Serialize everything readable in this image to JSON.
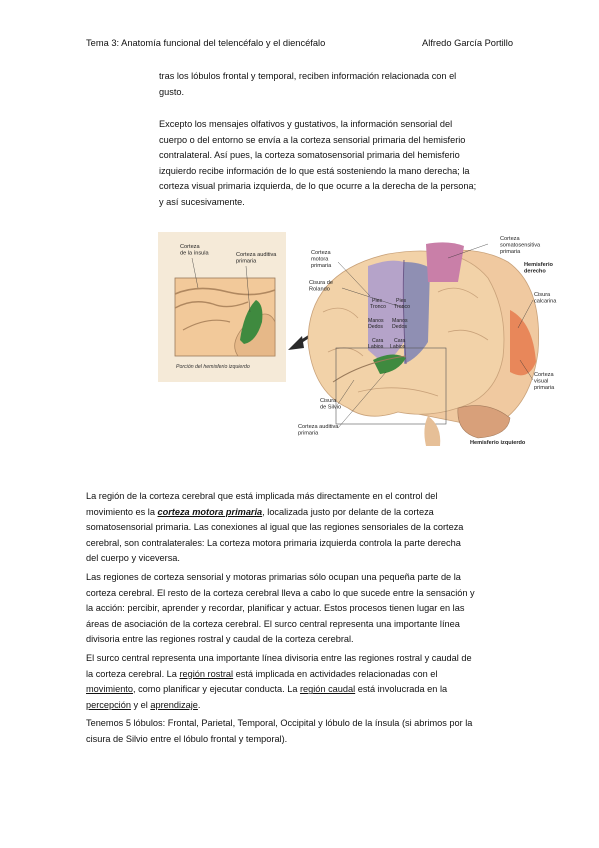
{
  "header": {
    "left": "Tema 3: Anatomía funcional del telencéfalo y el diencéfalo",
    "right": "Alfredo García Portillo"
  },
  "para1": {
    "line1": "tras los lóbulos frontal y temporal, reciben información relacionada con el",
    "line2": "gusto."
  },
  "para2": {
    "line1": "Excepto los mensajes olfativos y gustativos, la información sensorial del",
    "line2": "cuerpo o del entorno se envía a la corteza sensorial primaria del hemisferio",
    "line3": "contralateral. Así pues, la corteza somatosensorial primaria del hemisferio",
    "line4": "izquierdo recibe información de lo que está sosteniendo la mano derecha; la",
    "line5": "corteza visual primaria izquierda, de lo que ocurre a la derecha de la persona;",
    "line6": "y así sucesivamente."
  },
  "figure": {
    "inset_insula": "Corteza de la ínsula",
    "inset_auditiva": "Corteza auditiva primaria",
    "inset_caption": "Porción del hemisferio izquierdo",
    "motora": "Corteza motora primaria",
    "rolando": "Cisura de Rolando",
    "somato": "Corteza somatosensitiva primaria",
    "derecho": "Hemisferio derecho",
    "calcarina": "Cisura calcarina",
    "visual": "Corteza visual primaria",
    "izquierdo": "Hemisferio izquierdo",
    "silvio": "Cisura de Silvio",
    "auditiva": "Corteza auditiva primaria",
    "region_labels": {
      "pies1": "Pies",
      "tronco1": "Tronco",
      "pies2": "Pies",
      "tronco2": "Tronco",
      "manos1": "Manos",
      "dedos1": "Dedos",
      "manos2": "Manos",
      "dedos2": "Dedos",
      "cara1": "Cara",
      "labios1": "Labios",
      "cara2": "Cara",
      "labios2": "Labios"
    }
  },
  "para3": {
    "l1": "La región de la corteza cerebral que está implicada más directamente en el control del",
    "l2a": "movimiento es la ",
    "l2b": "corteza motora primaria",
    "l2c": ", localizada justo por delante de la corteza",
    "l3": "somatosensorial primaria. Las conexiones al igual que las regiones sensoriales de la corteza",
    "l4": "cerebral, son contralaterales: La corteza motora primaria izquierda controla la parte derecha",
    "l5": "del cuerpo y viceversa."
  },
  "para4": {
    "l1": "Las regiones de corteza sensorial y motoras primarias sólo ocupan una pequeña parte de la",
    "l2": "corteza cerebral. El resto de la corteza cerebral lleva a cabo lo que sucede entre la sensación y",
    "l3": "la acción: percibir, aprender y recordar, planificar y actuar. Estos procesos tienen lugar en las",
    "l4": "áreas de asociación de la corteza cerebral. El surco central representa una importante línea",
    "l5": "divisoria entre las regiones rostral y caudal de la corteza cerebral."
  },
  "para5": {
    "l1": "El surco central representa una importante línea divisoria entre las regiones rostral y caudal de",
    "l2a": "la corteza cerebral. La ",
    "l2b": "región rostral",
    "l2c": " está implicada en actividades relacionadas con el",
    "l3a": "movimiento",
    "l3b": ", como planificar y ejecutar conducta. La ",
    "l3c": "región caudal",
    "l3d": " está involucrada en la",
    "l4a": "percepción",
    "l4b": " y el ",
    "l4c": "aprendizaje",
    "l4d": "."
  },
  "para6": {
    "l1": "Tenemos 5 lóbulos: Frontal, Parietal, Temporal, Occipital y lóbulo de la ínsula (si abrimos por la",
    "l2": "cisura de Silvio entre el lóbulo frontal y temporal)."
  },
  "colors": {
    "motor": "#b5a3c9",
    "somato": "#c97fa8",
    "central": "#8f8fb3",
    "auditory": "#3f8a3f",
    "visual": "#e8875a",
    "brain": "#f2d2a8"
  }
}
